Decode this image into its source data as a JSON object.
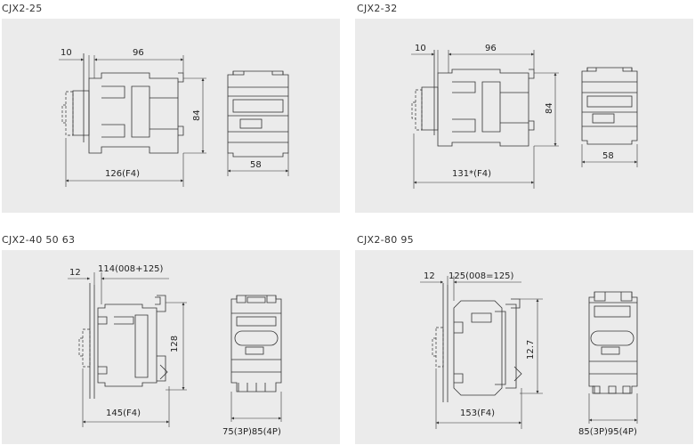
{
  "diagrams": [
    {
      "title": "CJX2-25",
      "top_width": "10",
      "main_width": "96",
      "height": "84",
      "total_width": "126(F4)",
      "side_width": "58"
    },
    {
      "title": "CJX2-32",
      "top_width": "10",
      "main_width": "96",
      "height": "84",
      "total_width": "131*(F4)",
      "side_width": "58"
    },
    {
      "title": "CJX2-40  50  63",
      "top_width": "12",
      "main_width": "114(008+125)",
      "height": "128",
      "total_width": "145(F4)",
      "side_width": "75(3P)85(4P)"
    },
    {
      "title": "CJX2-80  95",
      "top_width": "12",
      "main_width": "125(008=125)",
      "height": "12.7",
      "total_width": "153(F4)",
      "side_width": "85(3P)95(4P)"
    }
  ]
}
